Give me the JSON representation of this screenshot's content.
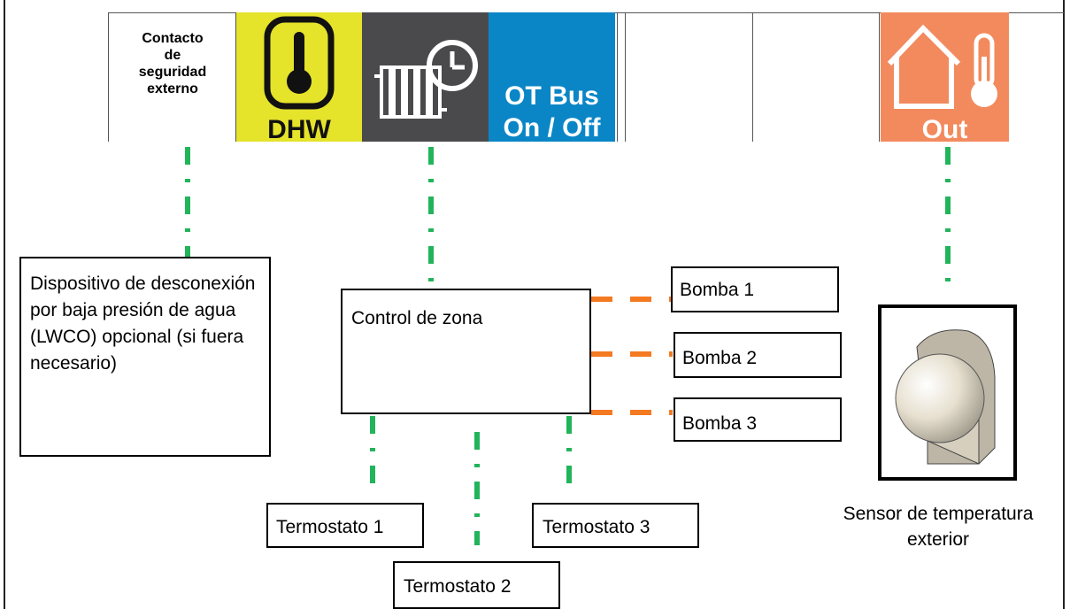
{
  "terminals": {
    "safety_contact_label": "Contacto\nde\nseguridad\nexterno",
    "dhw_label": "DHW",
    "ot_bus_label_1": "OT Bus",
    "ot_bus_label_2": "On / Off",
    "out_label": "Out"
  },
  "devices": {
    "lwco_text": "Dispositivo de desconexión por baja presión de agua (LWCO) opcional (si fuera necesario)",
    "zone_control": "Control de zona",
    "pump_1": "Bomba 1",
    "pump_2": "Bomba 2",
    "pump_3": "Bomba 3",
    "thermostat_1": "Termostato 1",
    "thermostat_2": "Termostato 2",
    "thermostat_3": "Termostato 3",
    "outdoor_sensor_label": "Sensor de temperatura exterior"
  },
  "colors": {
    "dhw_yellow": "#e5e32a",
    "heating_gray": "#4a4a4c",
    "ot_blue": "#0a86c6",
    "out_orange": "#f28a5e",
    "signal_green": "#22b45a",
    "pump_orange": "#f47a22"
  },
  "icons": {
    "dhw": "thermometer-icon",
    "heating": "radiator-clock-icon",
    "outdoor": "house-thermometer-icon",
    "sensor": "outdoor-sensor-dome"
  }
}
